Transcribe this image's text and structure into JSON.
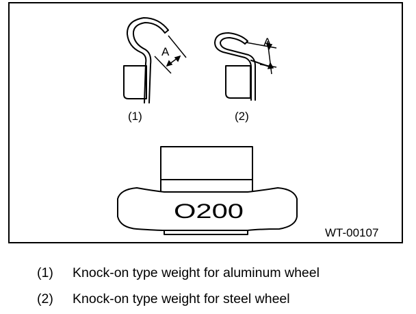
{
  "figure": {
    "code": "WT-00107",
    "callouts": {
      "item1": "(1)",
      "item2": "(2)"
    },
    "dimension_label": "A",
    "weight_marking": "O200"
  },
  "legend": [
    {
      "number": "(1)",
      "text": "Knock-on type weight for aluminum wheel"
    },
    {
      "number": "(2)",
      "text": "Knock-on type weight for steel wheel"
    }
  ]
}
